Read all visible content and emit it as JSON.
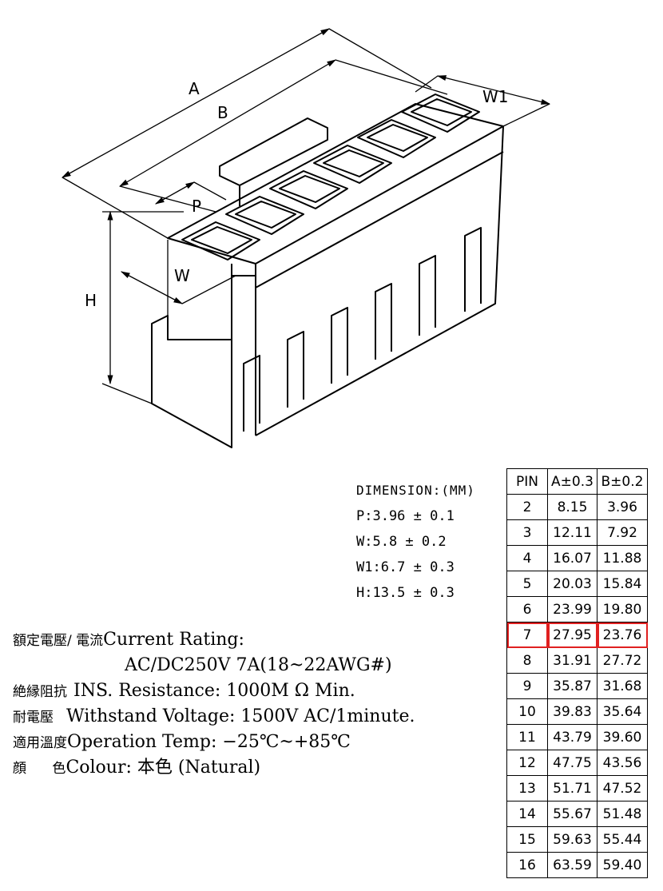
{
  "drawing": {
    "labels": {
      "a": "A",
      "b": "B",
      "p": "P",
      "w": "W",
      "w1": "W1",
      "h": "H"
    }
  },
  "dimensions": {
    "title": "DIMENSION:(MM)",
    "p": "P:3.96 ± 0.1",
    "w": "W:5.8 ± 0.2",
    "w1": "W1:6.7 ± 0.3",
    "h": "H:13.5 ± 0.3"
  },
  "specs": {
    "current_cjk": "額定電壓/ 電流",
    "current_label": "Current  Rating:",
    "current_value": "AC/DC250V  7A(18~22AWG#)",
    "ins_cjk": "絶縁阻抗",
    "ins_text": "INS. Resistance: 1000M Ω Min.",
    "voltage_cjk": "耐電壓",
    "voltage_text": "Withstand  Voltage:  1500V  AC/1minute.",
    "temp_cjk": "適用溫度",
    "temp_text": "Operation  Temp: −25℃~+85℃",
    "colour_cjk": "顔      色",
    "colour_text": "Colour: 本色 (Natural)"
  },
  "pin_table": {
    "headers": [
      "PIN",
      "A±0.3",
      "B±0.2"
    ],
    "highlight_color": "#e02020",
    "rows": [
      [
        "2",
        "8.15",
        "3.96"
      ],
      [
        "3",
        "12.11",
        "7.92"
      ],
      [
        "4",
        "16.07",
        "11.88"
      ],
      [
        "5",
        "20.03",
        "15.84"
      ],
      [
        "6",
        "23.99",
        "19.80"
      ],
      [
        "7",
        "27.95",
        "23.76"
      ],
      [
        "8",
        "31.91",
        "27.72"
      ],
      [
        "9",
        "35.87",
        "31.68"
      ],
      [
        "10",
        "39.83",
        "35.64"
      ],
      [
        "11",
        "43.79",
        "39.60"
      ],
      [
        "12",
        "47.75",
        "43.56"
      ],
      [
        "13",
        "51.71",
        "47.52"
      ],
      [
        "14",
        "55.67",
        "51.48"
      ],
      [
        "15",
        "59.63",
        "55.44"
      ],
      [
        "16",
        "63.59",
        "59.40"
      ]
    ]
  }
}
